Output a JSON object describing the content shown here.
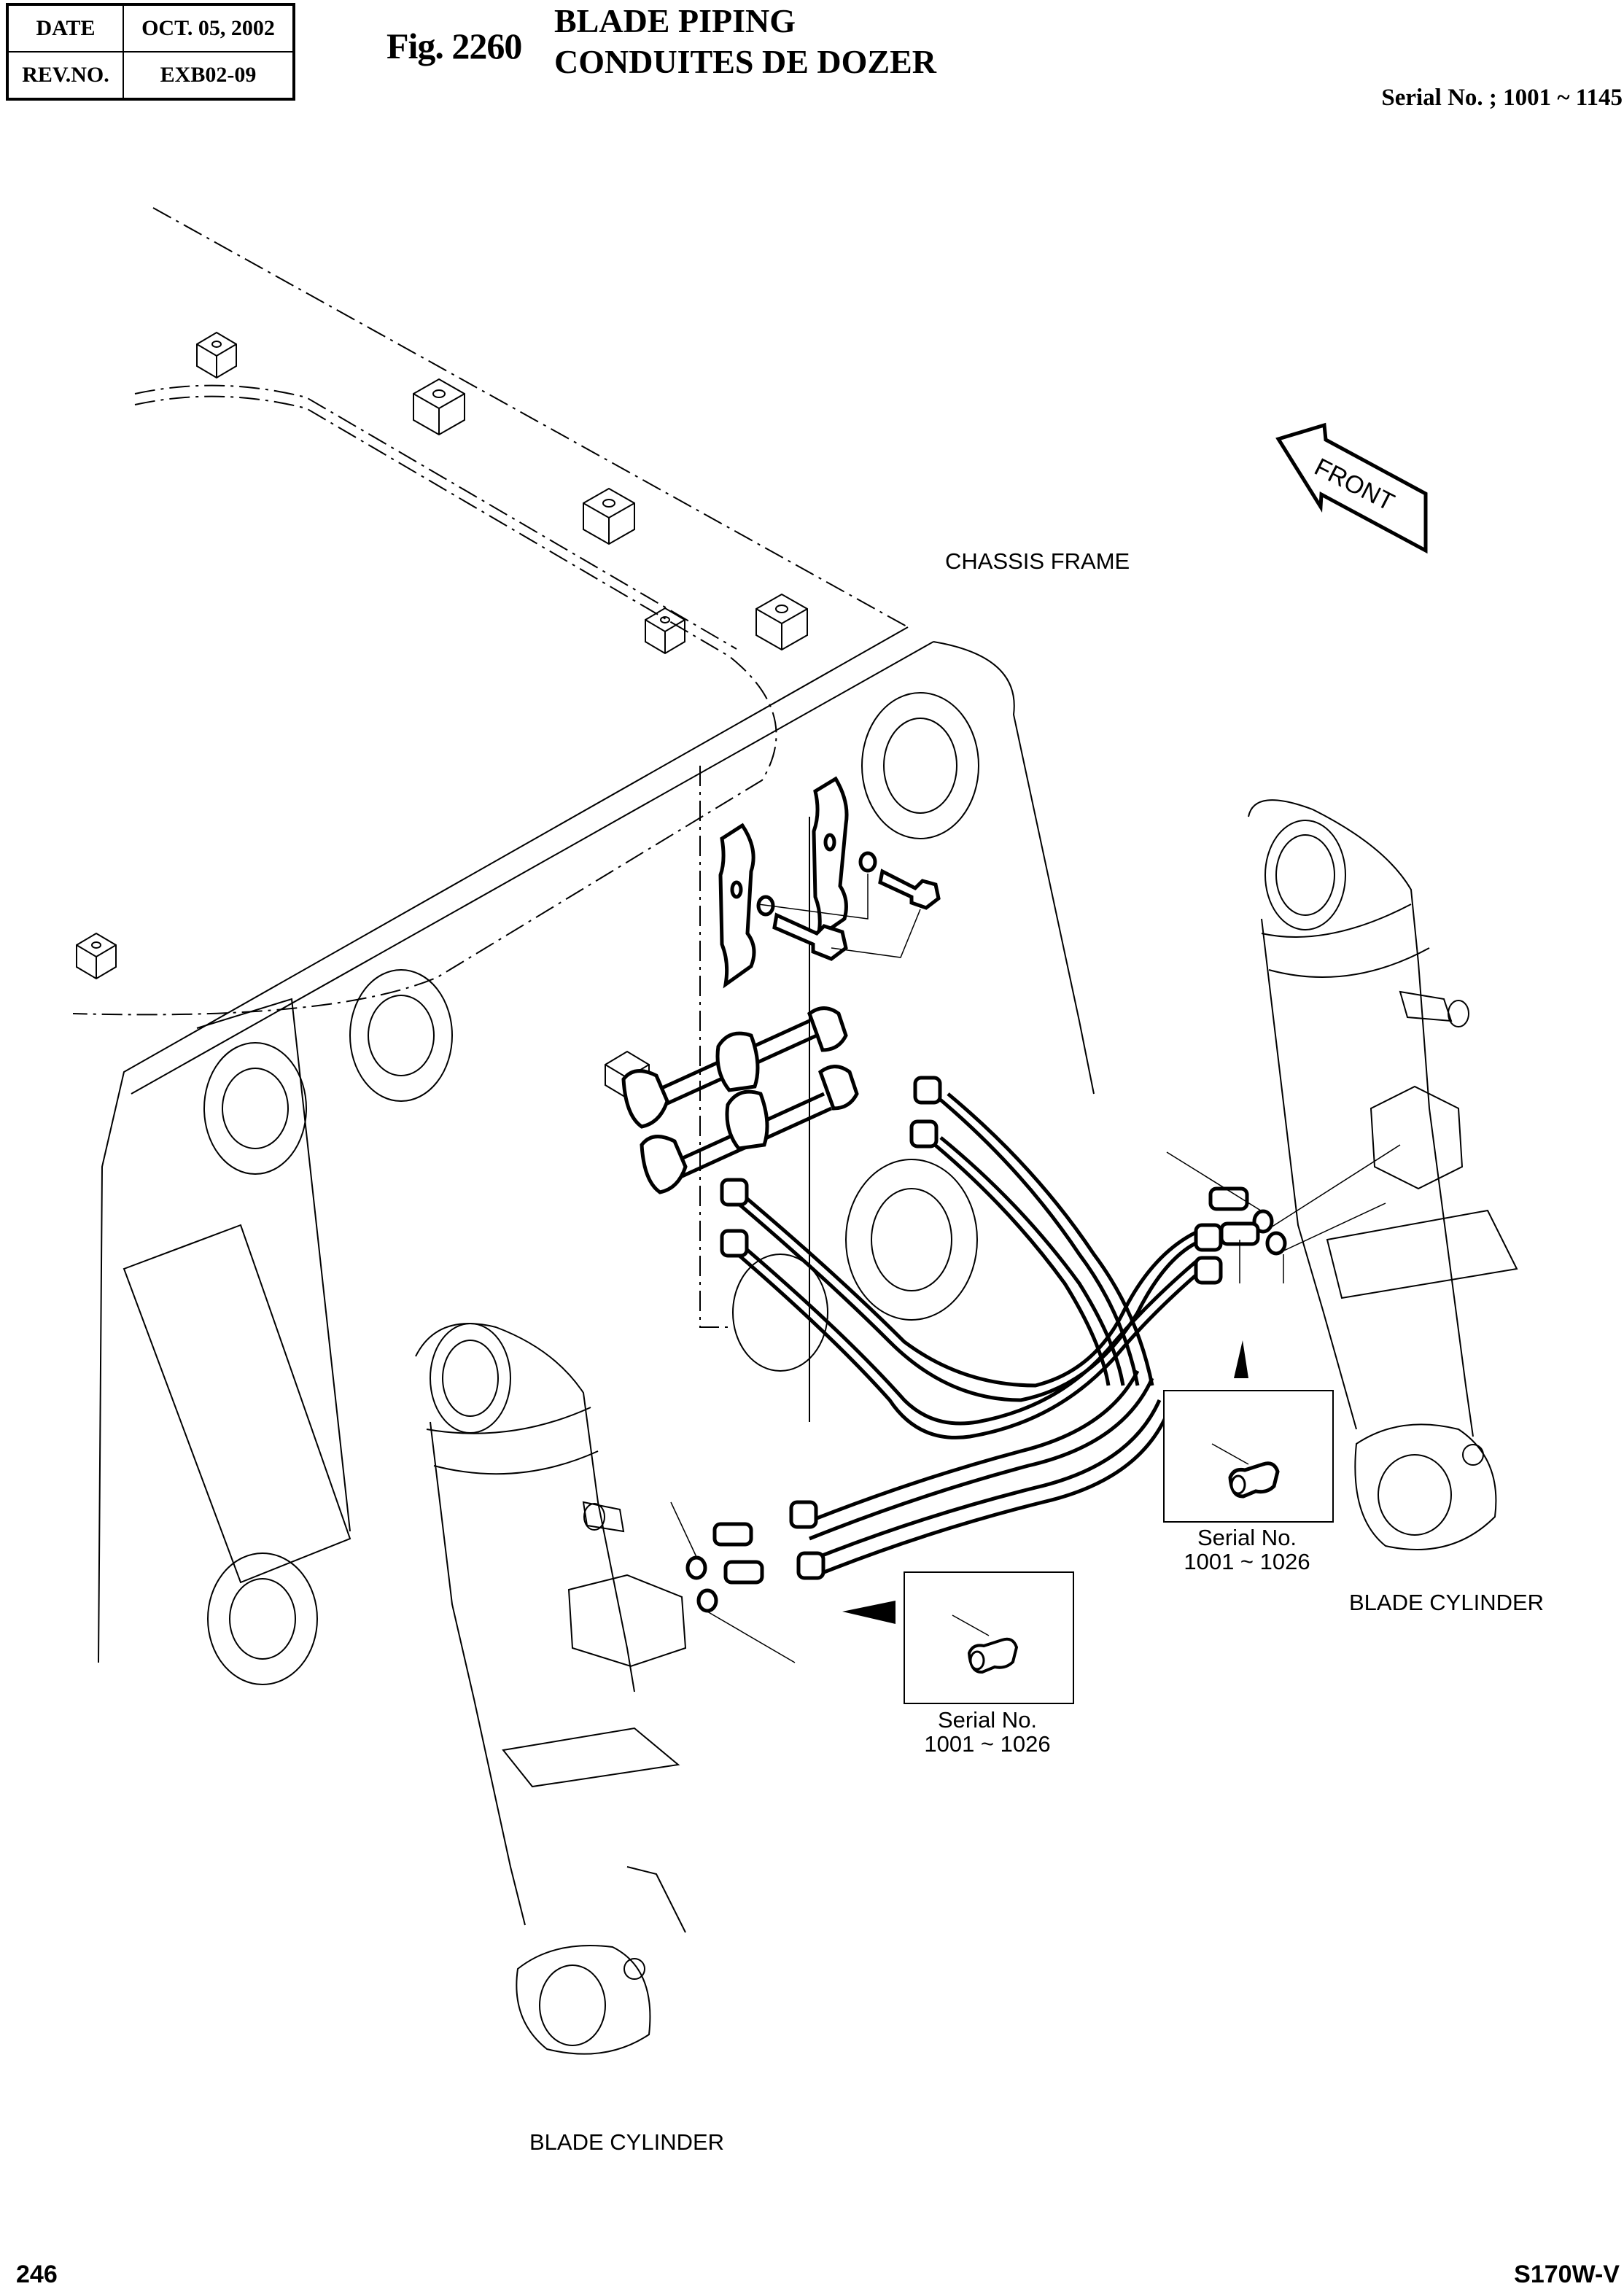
{
  "header": {
    "date_label": "DATE",
    "date_value": "OCT. 05, 2002",
    "rev_label": "REV.NO.",
    "rev_value": "EXB02-09",
    "figure_number": "Fig. 2260",
    "title_en": "BLADE PIPING",
    "title_fr": "CONDUITES DE DOZER",
    "serial_range": "Serial No. ; 1001 ~ 1145"
  },
  "diagram": {
    "orientation_arrow": {
      "icon": "front-arrow-icon",
      "label": "FRONT"
    },
    "labels": {
      "chassis_frame": "CHASSIS FRAME",
      "blade_cylinder_right": "BLADE CYLINDER",
      "blade_cylinder_left": "BLADE CYLINDER"
    },
    "insets": [
      {
        "id": "upper-right",
        "pointer": "up",
        "part_icon": "adapter-fitting-icon",
        "note_line1": "Serial No.",
        "note_line2": "1001 ~ 1026"
      },
      {
        "id": "lower-left",
        "pointer": "left",
        "part_icon": "adapter-fitting-icon",
        "note_line1": "Serial No.",
        "note_line2": "1001 ~ 1026"
      }
    ]
  },
  "footer": {
    "page_number": "246",
    "model": "S170W-V"
  }
}
